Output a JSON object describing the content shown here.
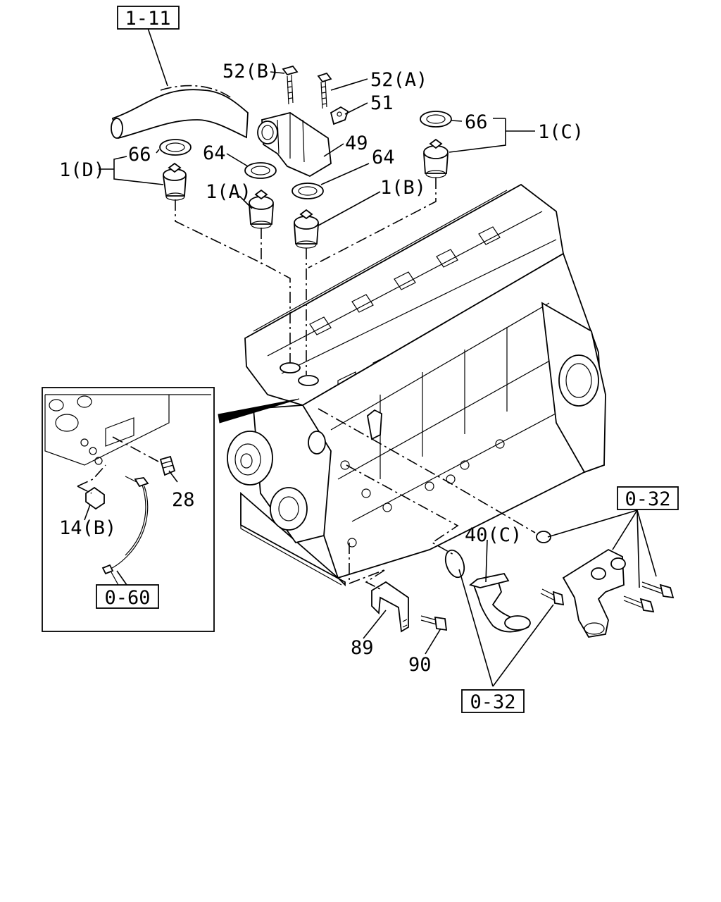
{
  "diagram": {
    "refs": {
      "r_1_11": "1-11",
      "r_0_32_right": "0-32",
      "r_0_32_bottom": "0-32",
      "r_0_60": "0-60"
    },
    "labels": {
      "l_52b": "52(B)",
      "l_52a": "52(A)",
      "l_51": "51",
      "l_49": "49",
      "l_66_right": "66",
      "l_1c": "1(C)",
      "l_66_left": "66",
      "l_1d": "1(D)",
      "l_64_left": "64",
      "l_64_right": "64",
      "l_1a": "1(A)",
      "l_1b": "1(B)",
      "l_28": "28",
      "l_14b": "14(B)",
      "l_40c": "40(C)",
      "l_89": "89",
      "l_90": "90"
    }
  }
}
